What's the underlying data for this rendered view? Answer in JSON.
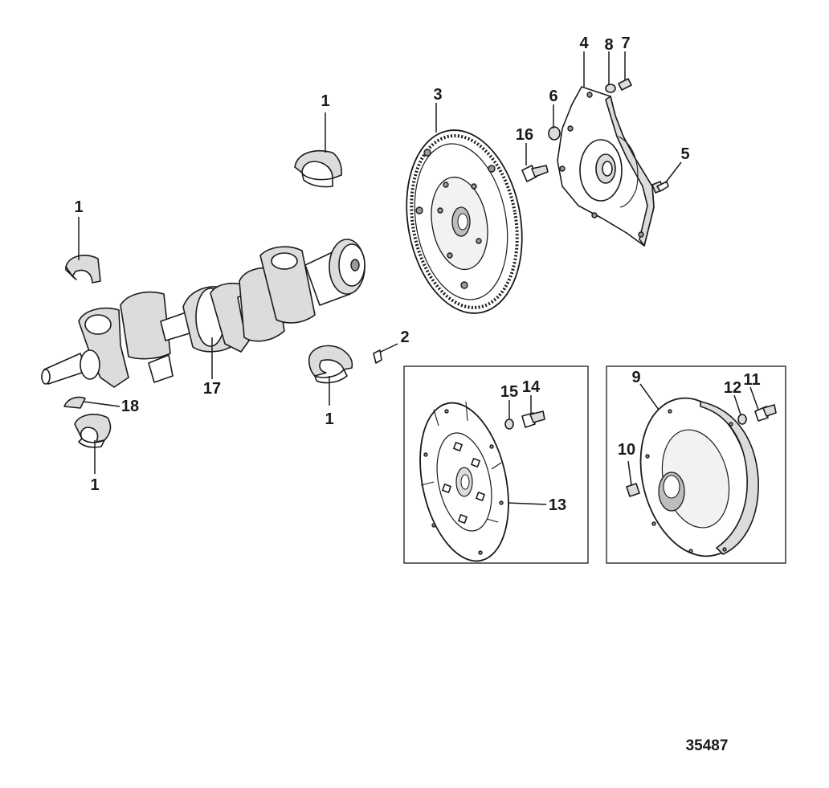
{
  "figure_number": "35487",
  "callouts": {
    "c1a": "1",
    "c1b": "1",
    "c1c": "1",
    "c1d": "1",
    "c2": "2",
    "c3": "3",
    "c4": "4",
    "c5": "5",
    "c6": "6",
    "c7": "7",
    "c8": "8",
    "c9": "9",
    "c10": "10",
    "c11": "11",
    "c12": "12",
    "c13": "13",
    "c14": "14",
    "c15": "15",
    "c16": "16",
    "c17": "17",
    "c18": "18"
  }
}
